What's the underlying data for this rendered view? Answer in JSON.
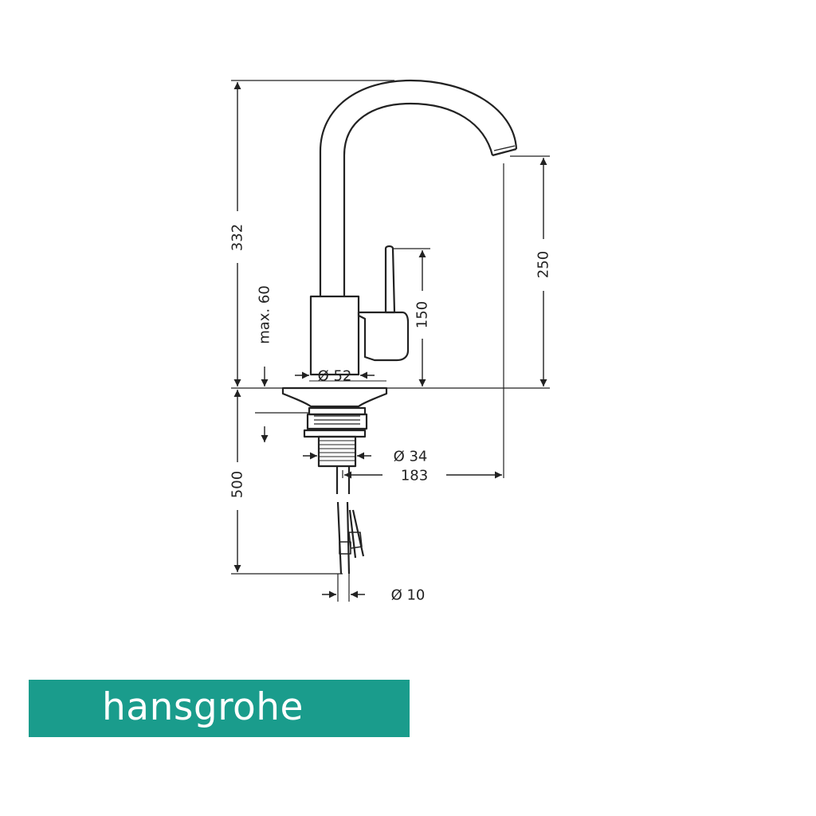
{
  "colors": {
    "line": "#222222",
    "brand": "#1a9c8c",
    "brand_text": "#ffffff",
    "background": "#ffffff"
  },
  "dimensions": {
    "total_height": "332",
    "spout_height": "250",
    "lever_height": "150",
    "max_deck": "max. 60",
    "base_diameter": "Ø 52",
    "shank_diameter": "Ø 34",
    "projection": "183",
    "hose_length": "500",
    "hose_diameter": "Ø 10"
  },
  "brand": {
    "name": "hansgrohe"
  }
}
